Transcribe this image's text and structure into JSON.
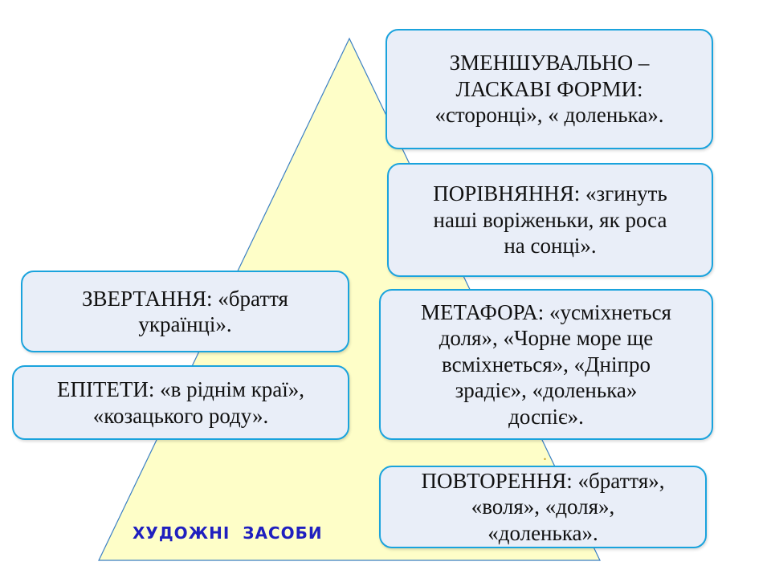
{
  "pyramid": {
    "fill": "#fefec8",
    "stroke": "#3a7fc4",
    "label": "ХУДОЖНІ  ЗАСОБИ",
    "label_color": "#1f1fbf"
  },
  "boxes": {
    "zmenshuvalno": {
      "line1": "ЗМЕНШУВАЛЬНО –",
      "line2": "ЛАСКАВІ ФОРМИ:",
      "line3": "«сторонці», « доленька»."
    },
    "porivniannia": {
      "line1": "ПОРІВНЯННЯ: «згинуть",
      "line2": "наші воріженьки, як роса",
      "line3": "на сонці»."
    },
    "metafora": {
      "line1": "МЕТАФОРА: «усміхнеться",
      "line2": "доля», «Чорне море ще",
      "line3": "всміхнеться», «Дніпро",
      "line4": "зрадіє», «доленька»",
      "line5": "доспіє»."
    },
    "povtorennia": {
      "line1": "ПОВТОРЕННЯ: «браття»,",
      "line2": "«воля», «доля»,",
      "line3": "«доленька»."
    },
    "zvertannia": {
      "line1": "ЗВЕРТАННЯ: «браття",
      "line2": "українці»."
    },
    "epitety": {
      "line1": "ЕПІТЕТИ: «в ріднім краї»,",
      "line2": "«козацького роду»."
    }
  },
  "colors": {
    "box_fill": "#e9eef8",
    "box_border": "#1aa3dd"
  }
}
